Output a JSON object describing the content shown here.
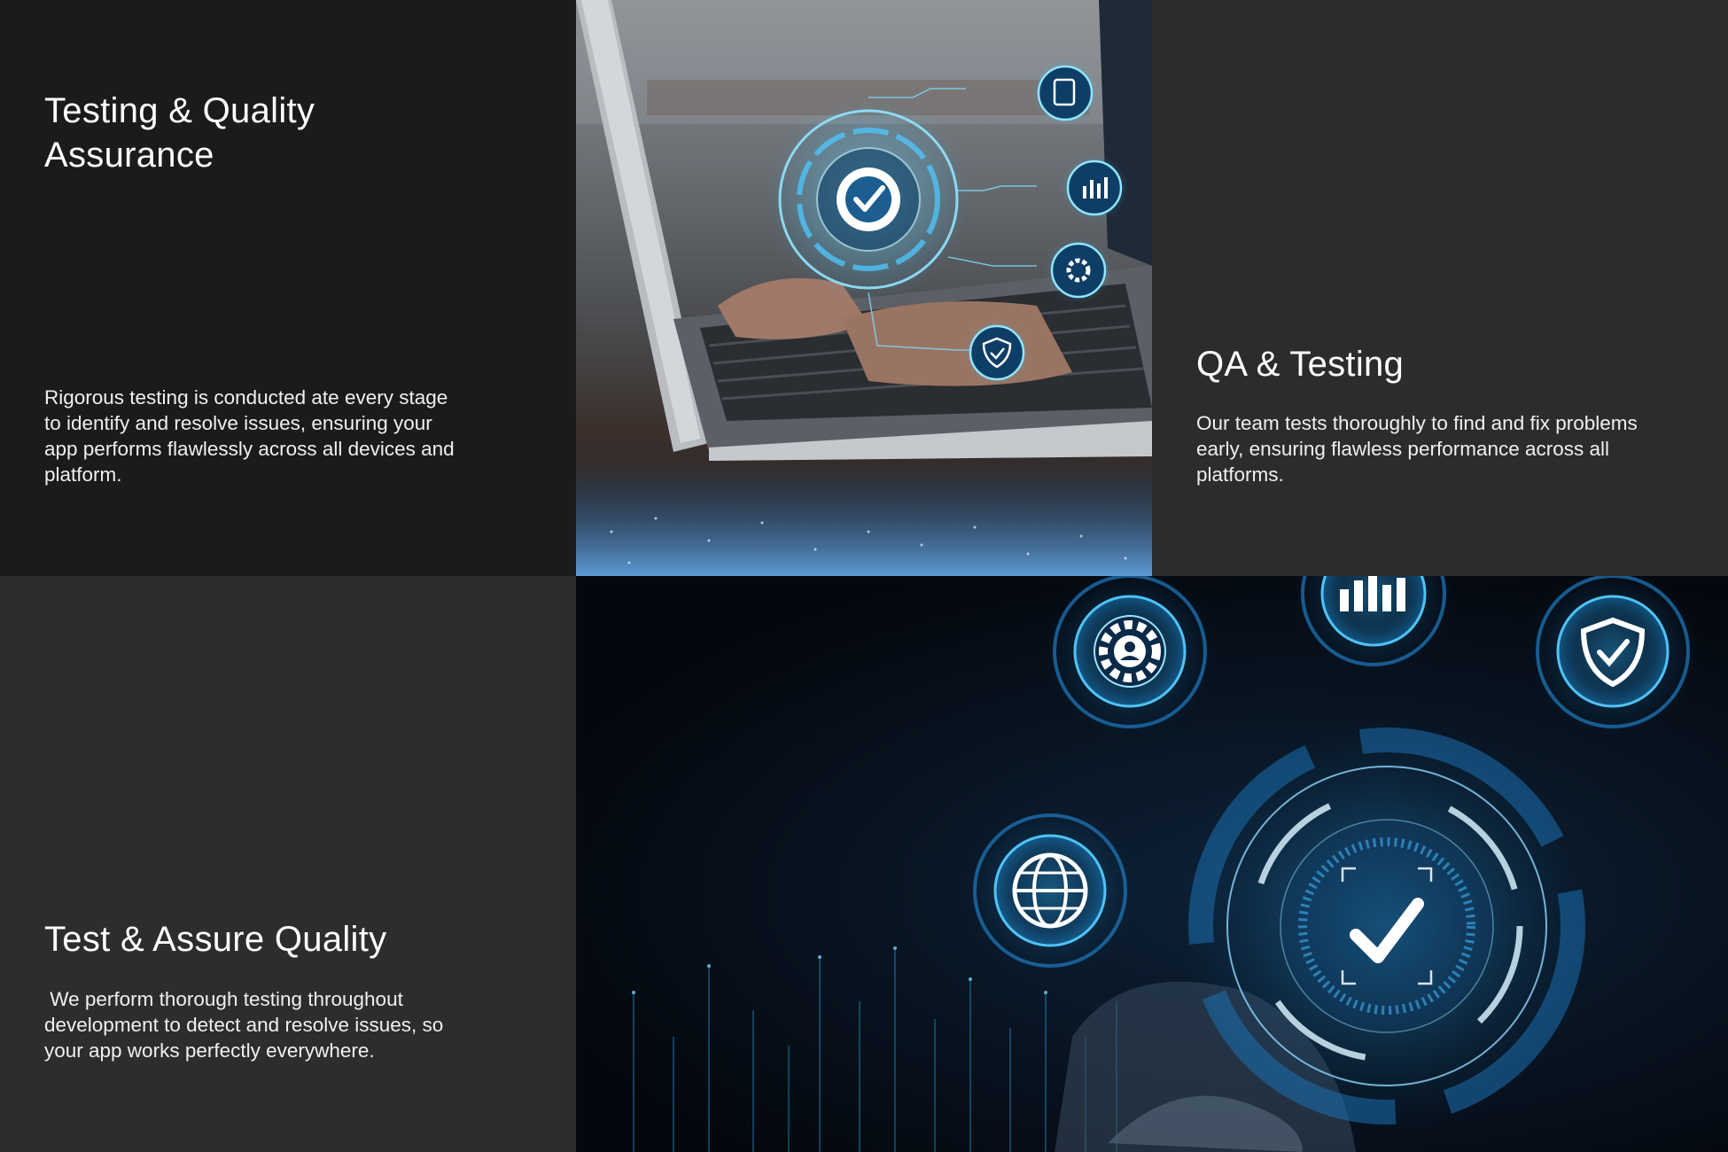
{
  "tiles": {
    "top_left": {
      "title": "Testing & Quality Assurance",
      "description": "Rigorous testing is conducted ate every stage to identify and resolve issues, ensuring your app performs flawlessly across all devices and platform."
    },
    "top_right": {
      "title": "QA & Testing",
      "description": "Our team tests thoroughly to find and fix problems early, ensuring flawless performance across all platforms."
    },
    "bottom_left": {
      "title": "Test & Assure Quality",
      "description": " We perform thorough testing throughout development to detect and resolve issues, so your app works perfectly everywhere."
    }
  },
  "images": {
    "laptop_photo": {
      "icons": [
        "gear-check-icon",
        "clipboard-gear-icon",
        "bar-chart-icon",
        "settings-cog-icon",
        "shield-check-icon"
      ]
    },
    "hand_photo": {
      "icons": [
        "gear-person-icon",
        "bar-chart-icon",
        "shield-check-icon",
        "globe-icon",
        "checkmark-icon"
      ]
    }
  },
  "colors": {
    "panel_dark": "#1b1b1b",
    "panel_mid": "#2c2c2c",
    "glow_blue": "#29b6f6",
    "deep_navy": "#04070d"
  }
}
